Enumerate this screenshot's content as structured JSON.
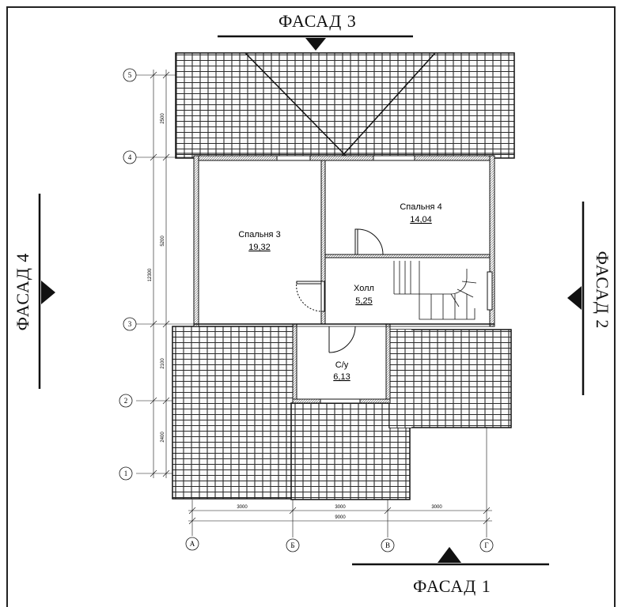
{
  "facades": {
    "top": "ФАСАД 3",
    "bottom": "ФАСАД 1",
    "left": "ФАСАД 4",
    "right": "ФАСАД 2"
  },
  "rooms": [
    {
      "name": "Спальня 3",
      "area": "19,32"
    },
    {
      "name": "Спальня 4",
      "area": "14,04"
    },
    {
      "name": "Холл",
      "area": "5,25"
    },
    {
      "name": "С/у",
      "area": "6,13"
    }
  ],
  "axes": {
    "rows": [
      "5",
      "4",
      "3",
      "2",
      "1"
    ],
    "columns": [
      "А",
      "Б",
      "В",
      "Г"
    ]
  },
  "dimensions": {
    "horizontal": [
      "3000",
      "3000",
      "3000",
      "9000"
    ],
    "vertical": [
      "2500",
      "5200",
      "2100",
      "2400",
      "12300"
    ]
  }
}
